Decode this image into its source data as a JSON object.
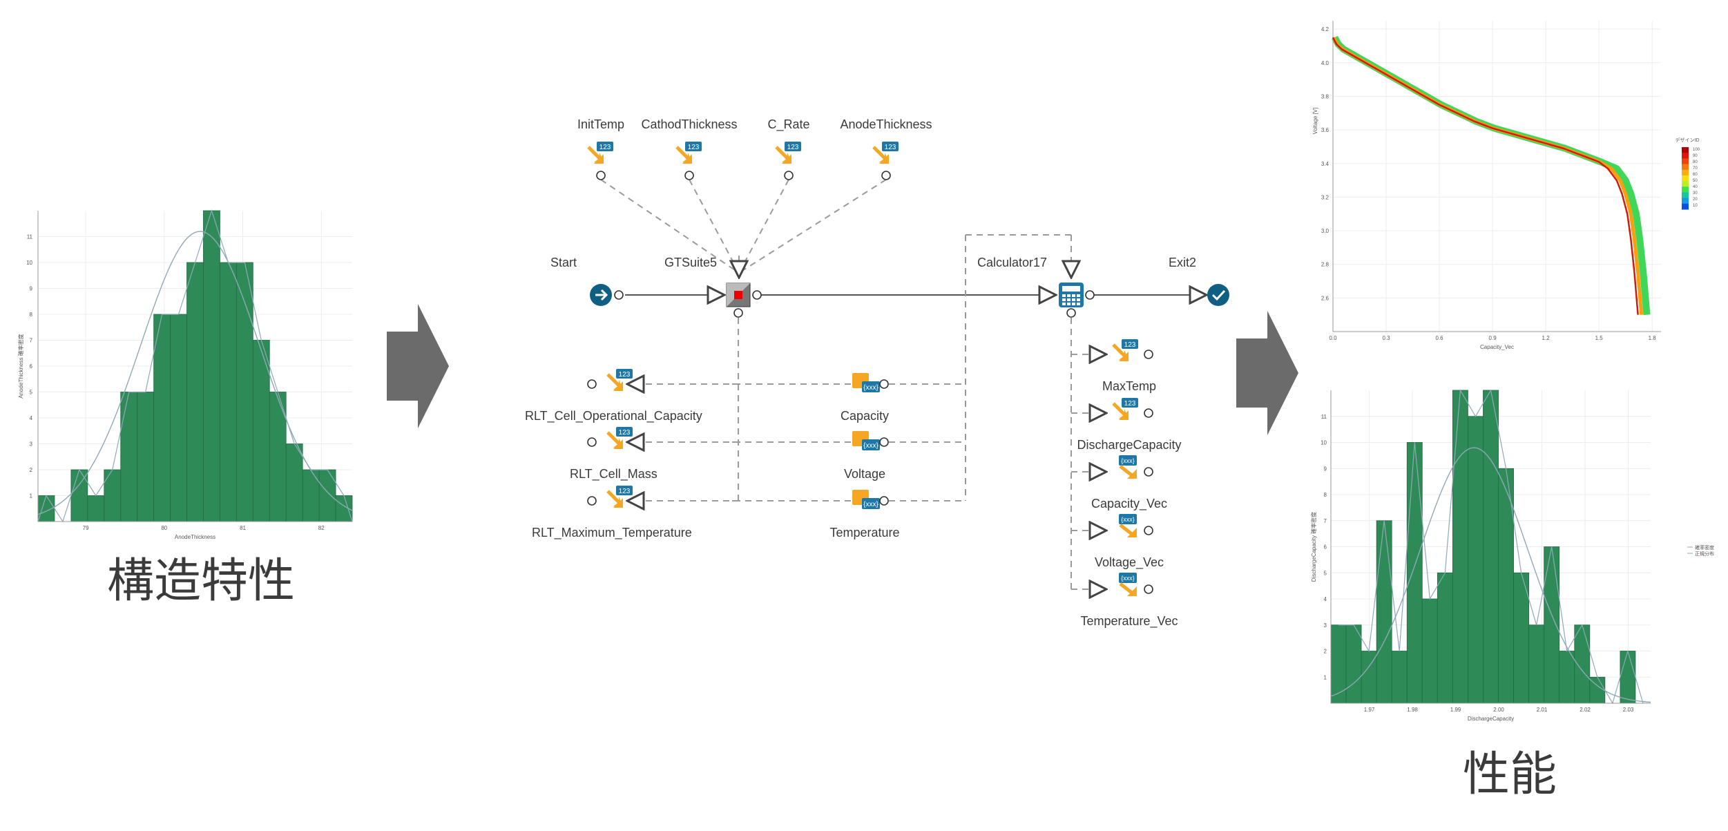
{
  "left": {
    "caption": "構造特性",
    "chart_data": {
      "type": "bar",
      "title": "",
      "xlabel": "AnodeThickness",
      "ylabel": "AnodeThickness 確率密度",
      "xticks": [
        "79",
        "80",
        "81",
        "82"
      ],
      "yticks": [
        "1",
        "2",
        "3",
        "4",
        "5",
        "6",
        "7",
        "8",
        "9",
        "10",
        "11"
      ],
      "ylim": [
        0,
        12
      ],
      "bin_start": 78.55,
      "bin_width": 0.18,
      "values": [
        1,
        0,
        2,
        1,
        2,
        5,
        5,
        8,
        8,
        10,
        12,
        10,
        10,
        7,
        5,
        3,
        2,
        2,
        1
      ],
      "fit_curve": true,
      "bar_color": "#2e8b57",
      "grid": true
    }
  },
  "arrows": {
    "color": "#6b6b6b"
  },
  "workflow": {
    "inputs": [
      {
        "name": "InitTemp",
        "badge": "123"
      },
      {
        "name": "CathodThickness",
        "badge": "123"
      },
      {
        "name": "C_Rate",
        "badge": "123"
      },
      {
        "name": "AnodeThickness",
        "badge": "123"
      }
    ],
    "start_label": "Start",
    "gtsuite_label": "GTSuite5",
    "calculator_label": "Calculator17",
    "exit_label": "Exit2",
    "left_outputs": [
      {
        "name": "RLT_Cell_Operational_Capacity",
        "badge": "123"
      },
      {
        "name": "RLT_Cell_Mass",
        "badge": "123"
      },
      {
        "name": "RLT_Maximum_Temperature",
        "badge": "123"
      }
    ],
    "mid_vars": [
      {
        "name": "Capacity",
        "badge": "{xxx}"
      },
      {
        "name": "Voltage",
        "badge": "{xxx}"
      },
      {
        "name": "Temperature",
        "badge": "{xxx}"
      }
    ],
    "right_outputs": [
      {
        "name": "MaxTemp",
        "badge": "123"
      },
      {
        "name": "DischargeCapacity",
        "badge": "123"
      },
      {
        "name": "Capacity_Vec",
        "badge": "{xxx}"
      },
      {
        "name": "Voltage_Vec",
        "badge": "{xxx}"
      },
      {
        "name": "Temperature_Vec",
        "badge": "{xxx}"
      }
    ],
    "colors": {
      "start": "#0f5f85",
      "exit": "#0f5f85",
      "badge": "#1d78a8",
      "var": "#f5a623",
      "line": "#555555",
      "dash": "#9a9a9a"
    }
  },
  "right_top": {
    "chart_data": {
      "type": "line",
      "xlabel": "Capacity_Vec",
      "ylabel": "Voltage [V]",
      "xlim": [
        0,
        1.85
      ],
      "ylim": [
        2.4,
        4.25
      ],
      "xticks": [
        "0.0",
        "0.3",
        "0.6",
        "0.9",
        "1.2",
        "1.5",
        "1.8"
      ],
      "yticks": [
        "2.6",
        "2.8",
        "3.0",
        "3.2",
        "3.4",
        "3.6",
        "3.8",
        "4.0",
        "4.2"
      ],
      "x": [
        0,
        0.02,
        0.05,
        0.1,
        0.2,
        0.3,
        0.4,
        0.5,
        0.6,
        0.7,
        0.8,
        0.9,
        1.0,
        1.1,
        1.2,
        1.3,
        1.4,
        1.5,
        1.55,
        1.6,
        1.63,
        1.66,
        1.68,
        1.7,
        1.72
      ],
      "y": [
        4.15,
        4.11,
        4.08,
        4.05,
        3.99,
        3.93,
        3.87,
        3.81,
        3.75,
        3.7,
        3.65,
        3.61,
        3.58,
        3.55,
        3.52,
        3.49,
        3.45,
        3.41,
        3.37,
        3.3,
        3.22,
        3.1,
        2.95,
        2.75,
        2.5
      ],
      "legend_title": "デザインID",
      "legend_ticks": [
        "100",
        "90",
        "80",
        "70",
        "60",
        "50",
        "40",
        "30",
        "20",
        "10"
      ],
      "legend_colors": [
        "#b30000",
        "#e0150a",
        "#f2420c",
        "#f5780c",
        "#f9ad0f",
        "#f4e10f",
        "#b8f020",
        "#3be24a",
        "#16c8a0",
        "#1599e6",
        "#0a4fe0"
      ]
    }
  },
  "right_bottom": {
    "caption": "性能",
    "chart_data": {
      "type": "bar",
      "xlabel": "DischargeCapacity",
      "ylabel": "DischargeCapacity 確率密度",
      "xticks": [
        "1.97",
        "1.98",
        "1.99",
        "2.00",
        "2.01",
        "2.02",
        "2.03"
      ],
      "yticks": [
        "1",
        "2",
        "3",
        "4",
        "5",
        "6",
        "7",
        "8",
        "9",
        "10",
        "11"
      ],
      "ylim": [
        0,
        12
      ],
      "values": [
        3,
        3,
        2,
        7,
        2,
        10,
        4,
        5,
        12,
        11,
        12,
        9,
        5,
        3,
        6,
        2,
        3,
        1,
        0,
        2,
        0
      ],
      "bar_color": "#2e8b57",
      "legend": [
        "確率密度",
        "正規分布"
      ],
      "grid": true
    }
  }
}
